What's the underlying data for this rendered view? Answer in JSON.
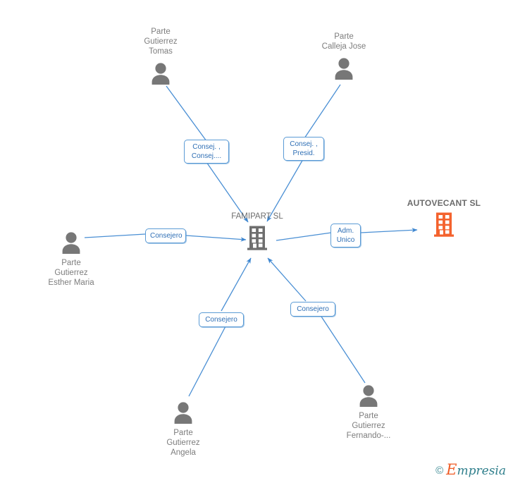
{
  "diagram": {
    "title": "FAMIPART SL relationship graph",
    "colors": {
      "person_icon": "#777777",
      "company_icon": "#6e6e6e",
      "target_company_icon": "#f4622d",
      "edge": "#4a8fd4",
      "edge_label_border": "#5b9bd5",
      "edge_label_text": "#2f6fb5",
      "node_text": "#7d7d7d",
      "background": "#ffffff"
    },
    "nodes": [
      {
        "id": "gutierrez-tomas",
        "label": "Parte\nGutierrez\nTomas",
        "icon": "person-icon",
        "type": "person",
        "label_position": "above"
      },
      {
        "id": "calleja-jose",
        "label": "Parte\nCalleja Jose",
        "icon": "person-icon",
        "type": "person",
        "label_position": "above"
      },
      {
        "id": "gutierrez-esther-maria",
        "label": "Parte\nGutierrez\nEsther Maria",
        "icon": "person-icon",
        "type": "person",
        "label_position": "below"
      },
      {
        "id": "gutierrez-angela",
        "label": "Parte\nGutierrez\nAngela",
        "icon": "person-icon",
        "type": "person",
        "label_position": "below"
      },
      {
        "id": "gutierrez-fernando",
        "label": "Parte\nGutierrez\nFernando-...",
        "icon": "person-icon",
        "type": "person",
        "label_position": "below"
      },
      {
        "id": "famipart-sl",
        "label": "FAMIPART SL",
        "icon": "building-icon",
        "type": "company",
        "label_position": "above"
      },
      {
        "id": "autovecant-sl",
        "label": "AUTOVECANT SL",
        "icon": "building-icon",
        "type": "company-highlight",
        "label_position": "above"
      }
    ],
    "edges": [
      {
        "id": "edge-tomas-famipart",
        "from": "gutierrez-tomas",
        "to": "famipart-sl",
        "label": "Consej. ,\nConsej...."
      },
      {
        "id": "edge-calleja-famipart",
        "from": "calleja-jose",
        "to": "famipart-sl",
        "label": "Consej. ,\nPresid."
      },
      {
        "id": "edge-esther-famipart",
        "from": "gutierrez-esther-maria",
        "to": "famipart-sl",
        "label": "Consejero"
      },
      {
        "id": "edge-angela-famipart",
        "from": "gutierrez-angela",
        "to": "famipart-sl",
        "label": "Consejero"
      },
      {
        "id": "edge-fernando-famipart",
        "from": "gutierrez-fernando",
        "to": "famipart-sl",
        "label": "Consejero"
      },
      {
        "id": "edge-famipart-autovecant",
        "from": "famipart-sl",
        "to": "autovecant-sl",
        "label": "Adm.\nUnico"
      }
    ]
  },
  "watermark": {
    "copyright": "©",
    "brand_initial": "E",
    "brand_rest": "mpresia"
  }
}
